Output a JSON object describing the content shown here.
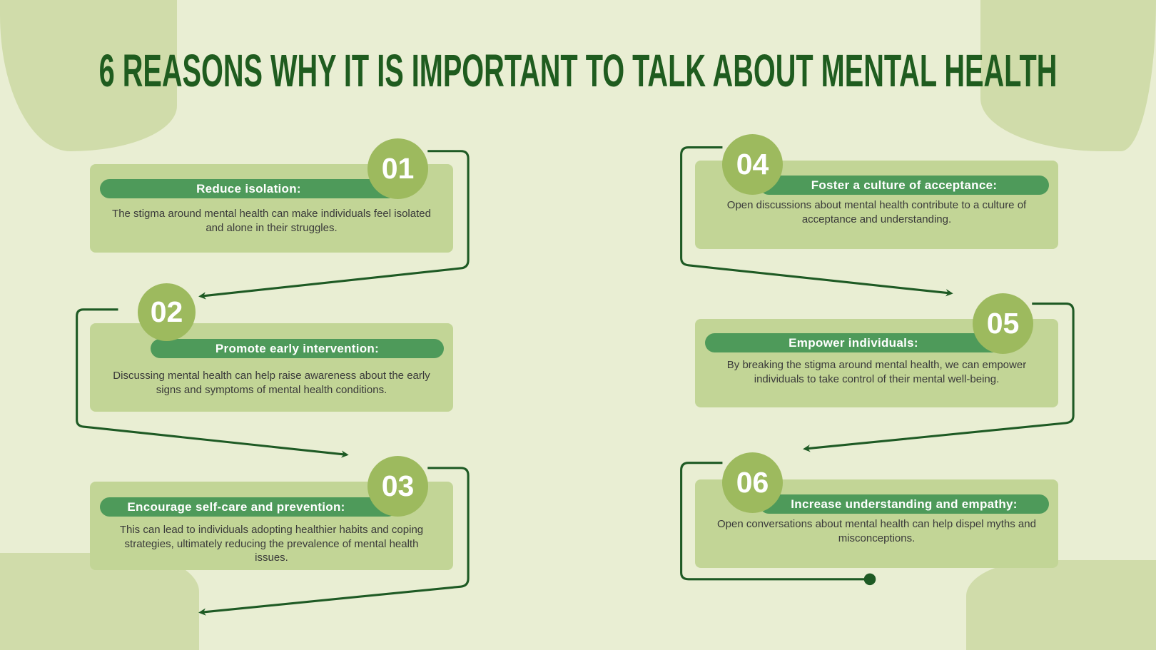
{
  "title": "6 REASONS WHY IT IS IMPORTANT TO TALK ABOUT MENTAL HEALTH",
  "colors": {
    "background": "#e9eed3",
    "card": "#c2d596",
    "pill": "#4e9a5a",
    "circle": "#9dba5e",
    "title": "#1f5c1f",
    "connector": "#1e5a24"
  },
  "reasons": [
    {
      "number": "01",
      "heading": "Reduce isolation:",
      "text": "The stigma around mental health can make individuals feel isolated and alone in their struggles."
    },
    {
      "number": "02",
      "heading": "Promote early intervention:",
      "text": "Discussing mental health can help raise awareness about the early signs and symptoms of mental health conditions."
    },
    {
      "number": "03",
      "heading": "Encourage self-care and prevention:",
      "text": "This can lead to individuals adopting healthier habits and coping strategies, ultimately reducing the prevalence of mental health issues."
    },
    {
      "number": "04",
      "heading": "Foster a culture of acceptance:",
      "text": "Open discussions about mental health contribute to a culture of acceptance and understanding."
    },
    {
      "number": "05",
      "heading": "Empower individuals:",
      "text": "By breaking the stigma around mental health, we can empower individuals to take control of their mental well-being."
    },
    {
      "number": "06",
      "heading": "Increase understanding and empathy:",
      "text": "Open conversations about mental health can help dispel myths and misconceptions."
    }
  ]
}
